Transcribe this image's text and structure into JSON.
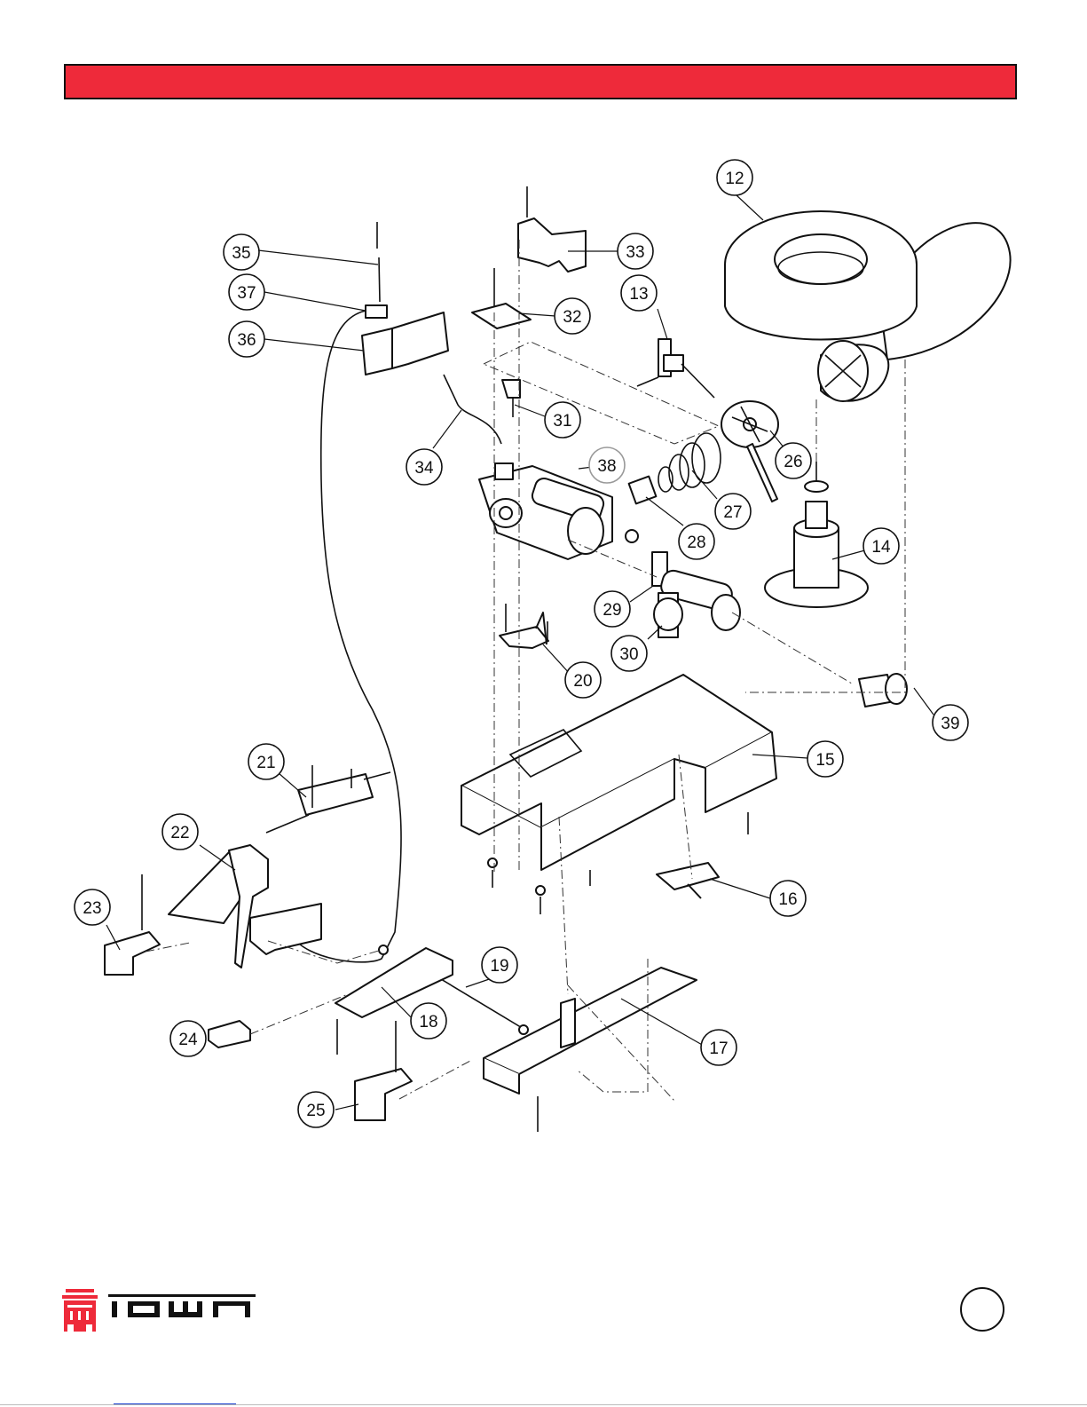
{
  "header": {
    "color": "#ee2a3a"
  },
  "diagram": {
    "callouts": [
      {
        "id": "12",
        "label": "12"
      },
      {
        "id": "13",
        "label": "13"
      },
      {
        "id": "14",
        "label": "14"
      },
      {
        "id": "15",
        "label": "15"
      },
      {
        "id": "16",
        "label": "16"
      },
      {
        "id": "17",
        "label": "17"
      },
      {
        "id": "18",
        "label": "18"
      },
      {
        "id": "19",
        "label": "19"
      },
      {
        "id": "20",
        "label": "20"
      },
      {
        "id": "21",
        "label": "21"
      },
      {
        "id": "22",
        "label": "22"
      },
      {
        "id": "23",
        "label": "23"
      },
      {
        "id": "24",
        "label": "24"
      },
      {
        "id": "25",
        "label": "25"
      },
      {
        "id": "26",
        "label": "26"
      },
      {
        "id": "27",
        "label": "27"
      },
      {
        "id": "28",
        "label": "28"
      },
      {
        "id": "29",
        "label": "29"
      },
      {
        "id": "30",
        "label": "30"
      },
      {
        "id": "31",
        "label": "31"
      },
      {
        "id": "32",
        "label": "32"
      },
      {
        "id": "33",
        "label": "33"
      },
      {
        "id": "34",
        "label": "34"
      },
      {
        "id": "35",
        "label": "35"
      },
      {
        "id": "36",
        "label": "36"
      },
      {
        "id": "37",
        "label": "37"
      },
      {
        "id": "38",
        "label": "38"
      },
      {
        "id": "39",
        "label": "39"
      }
    ]
  },
  "footer": {
    "logo_icon": "stove-logo-icon",
    "brand_color": "#ee2a3a",
    "page_number": ""
  }
}
